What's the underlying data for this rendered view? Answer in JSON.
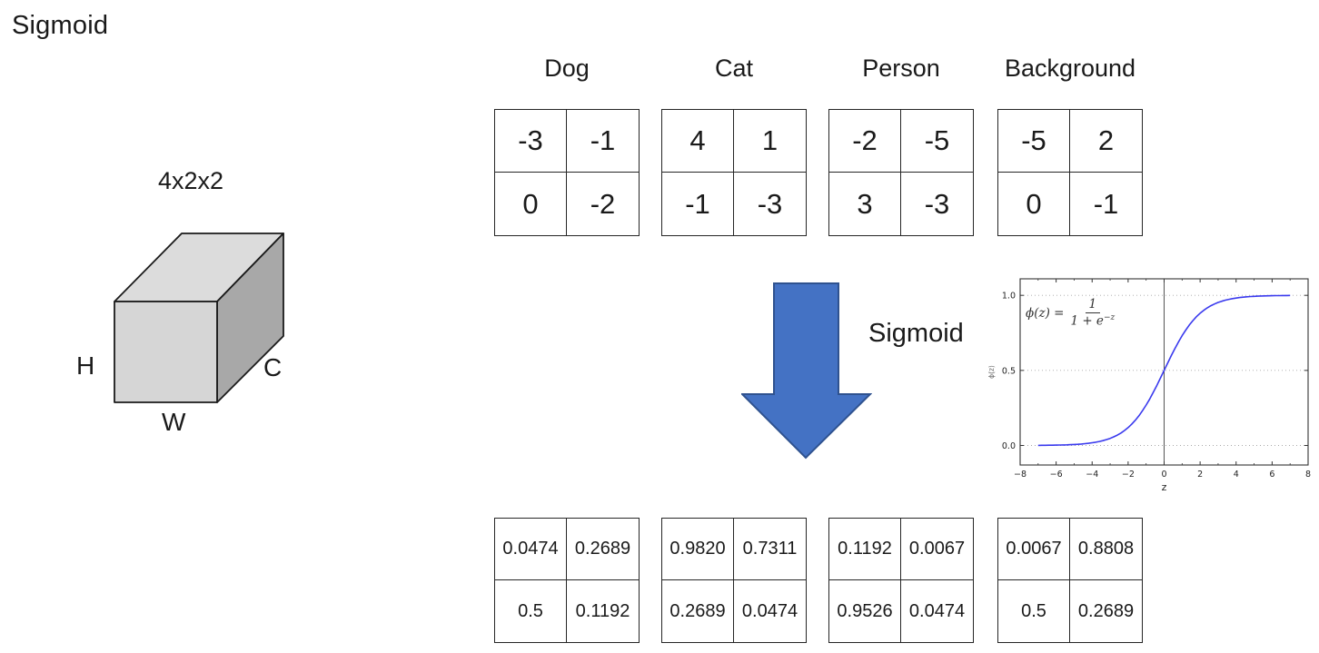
{
  "title": "Sigmoid",
  "tensor": {
    "dims_label": "4x2x2",
    "height_label": "H",
    "width_label": "W",
    "channels_label": "C",
    "front_color": "#d6d6d6",
    "top_color": "#dcdcdc",
    "side_color": "#a8a8a8",
    "edge_color": "#1a1a1a"
  },
  "arrow": {
    "label": "Sigmoid",
    "fill": "#4472c4",
    "stroke": "#2f528f"
  },
  "feature_maps": {
    "inputs": [
      {
        "label": "Dog",
        "cells": [
          "-3",
          "-1",
          "0",
          "-2"
        ]
      },
      {
        "label": "Cat",
        "cells": [
          "4",
          "1",
          "-1",
          "-3"
        ]
      },
      {
        "label": "Person",
        "cells": [
          "-2",
          "-5",
          "3",
          "-3"
        ]
      },
      {
        "label": "Background",
        "cells": [
          "-5",
          "2",
          "0",
          "-1"
        ]
      }
    ],
    "outputs": [
      {
        "cells": [
          "0.0474",
          "0.2689",
          "0.5",
          "0.1192"
        ]
      },
      {
        "cells": [
          "0.9820",
          "0.7311",
          "0.2689",
          "0.0474"
        ]
      },
      {
        "cells": [
          "0.1192",
          "0.0067",
          "0.9526",
          "0.0474"
        ]
      },
      {
        "cells": [
          "0.0067",
          "0.8808",
          "0.5",
          "0.2689"
        ]
      }
    ]
  },
  "chart_data": {
    "type": "line",
    "title": "",
    "xlabel": "z",
    "ylabel": "ϕ(z)",
    "formula": {
      "lhs": "ϕ(z) =",
      "numerator": "1",
      "denominator": "1 + e",
      "exponent": "−z"
    },
    "xlim": [
      -8,
      8
    ],
    "ylim": [
      -0.13,
      1.11
    ],
    "x_ticks": [
      -8,
      -6,
      -4,
      -2,
      0,
      2,
      4,
      6,
      8
    ],
    "y_ticks": [
      0.0,
      0.5,
      1.0
    ],
    "y_tick_labels": [
      "0.0",
      "0.5",
      "1.0"
    ],
    "grid": "dotted horizontal gridlines at y ticks; solid vertical line at z=0",
    "legend": "none",
    "line_color": "#3a3aee",
    "series": [
      {
        "name": "sigmoid",
        "fn": "1/(1+exp(-z))",
        "x_min": -7,
        "x_max": 7,
        "key_points": [
          [
            -7,
            0.0009
          ],
          [
            -4,
            0.018
          ],
          [
            -2,
            0.1192
          ],
          [
            0,
            0.5
          ],
          [
            2,
            0.8808
          ],
          [
            4,
            0.982
          ],
          [
            7,
            0.9991
          ]
        ]
      }
    ]
  }
}
